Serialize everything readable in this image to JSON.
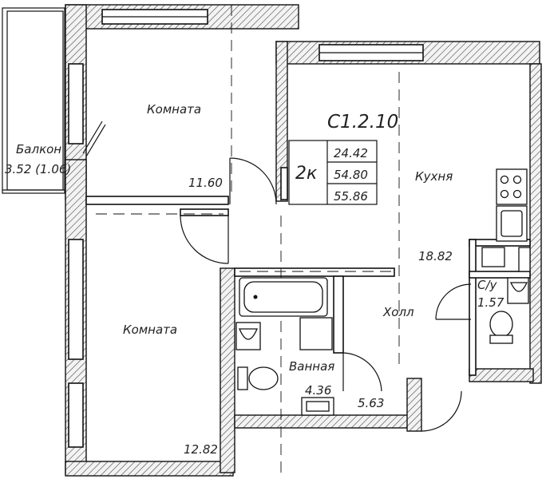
{
  "plan": {
    "code": "С1.2.10",
    "rooms_badge": "2к",
    "areas": [
      "24.42",
      "54.80",
      "55.86"
    ]
  },
  "rooms": {
    "balcony": {
      "name": "Балкон",
      "area": "3.52 (1.06)"
    },
    "room1": {
      "name": "Комната",
      "area": "11.60"
    },
    "room2": {
      "name": "Комната",
      "area": "12.82"
    },
    "kitchen": {
      "name": "Кухня",
      "area": "18.82"
    },
    "hall": {
      "name": "Холл",
      "area": "5.63"
    },
    "bathroom": {
      "name": "Ванная",
      "area": "4.36"
    },
    "wc": {
      "name": "С/у",
      "area": "1.57"
    }
  }
}
